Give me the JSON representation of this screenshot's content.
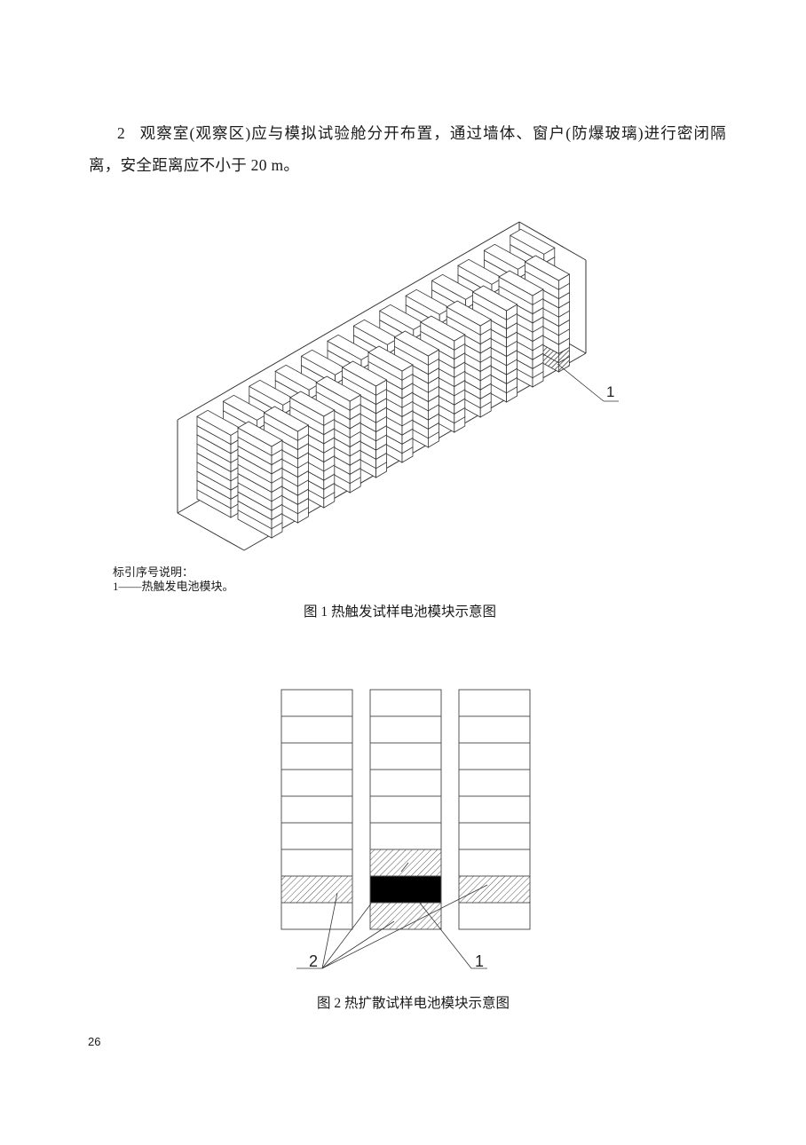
{
  "document": {
    "paragraph": {
      "number": "2",
      "text": "观察室(观察区)应与模拟试验舱分开布置，通过墙体、窗户(防爆玻璃)进行密闭隔离，安全距离应不小于 20 m。"
    },
    "figure1": {
      "legend_title": "标引序号说明：",
      "legend_items": [
        "1——热触发电池模块。"
      ],
      "callout_label": "1",
      "caption": "图 1  热触发试样电池模块示意图",
      "back_row_stacks": 13,
      "front_row_stacks": 12,
      "layers_per_stack": 10
    },
    "figure2": {
      "columns": 3,
      "rows_per_column": 9,
      "trigger_cell": {
        "column": 2,
        "row": 8
      },
      "adjacent_cells": [
        {
          "column": 1,
          "row": 8
        },
        {
          "column": 2,
          "row": 7
        },
        {
          "column": 2,
          "row": 9
        },
        {
          "column": 3,
          "row": 8
        }
      ],
      "callout_labels": [
        "2",
        "1"
      ],
      "caption": "图 2  热扩散试样电池模块示意图"
    },
    "page_number": "26"
  }
}
